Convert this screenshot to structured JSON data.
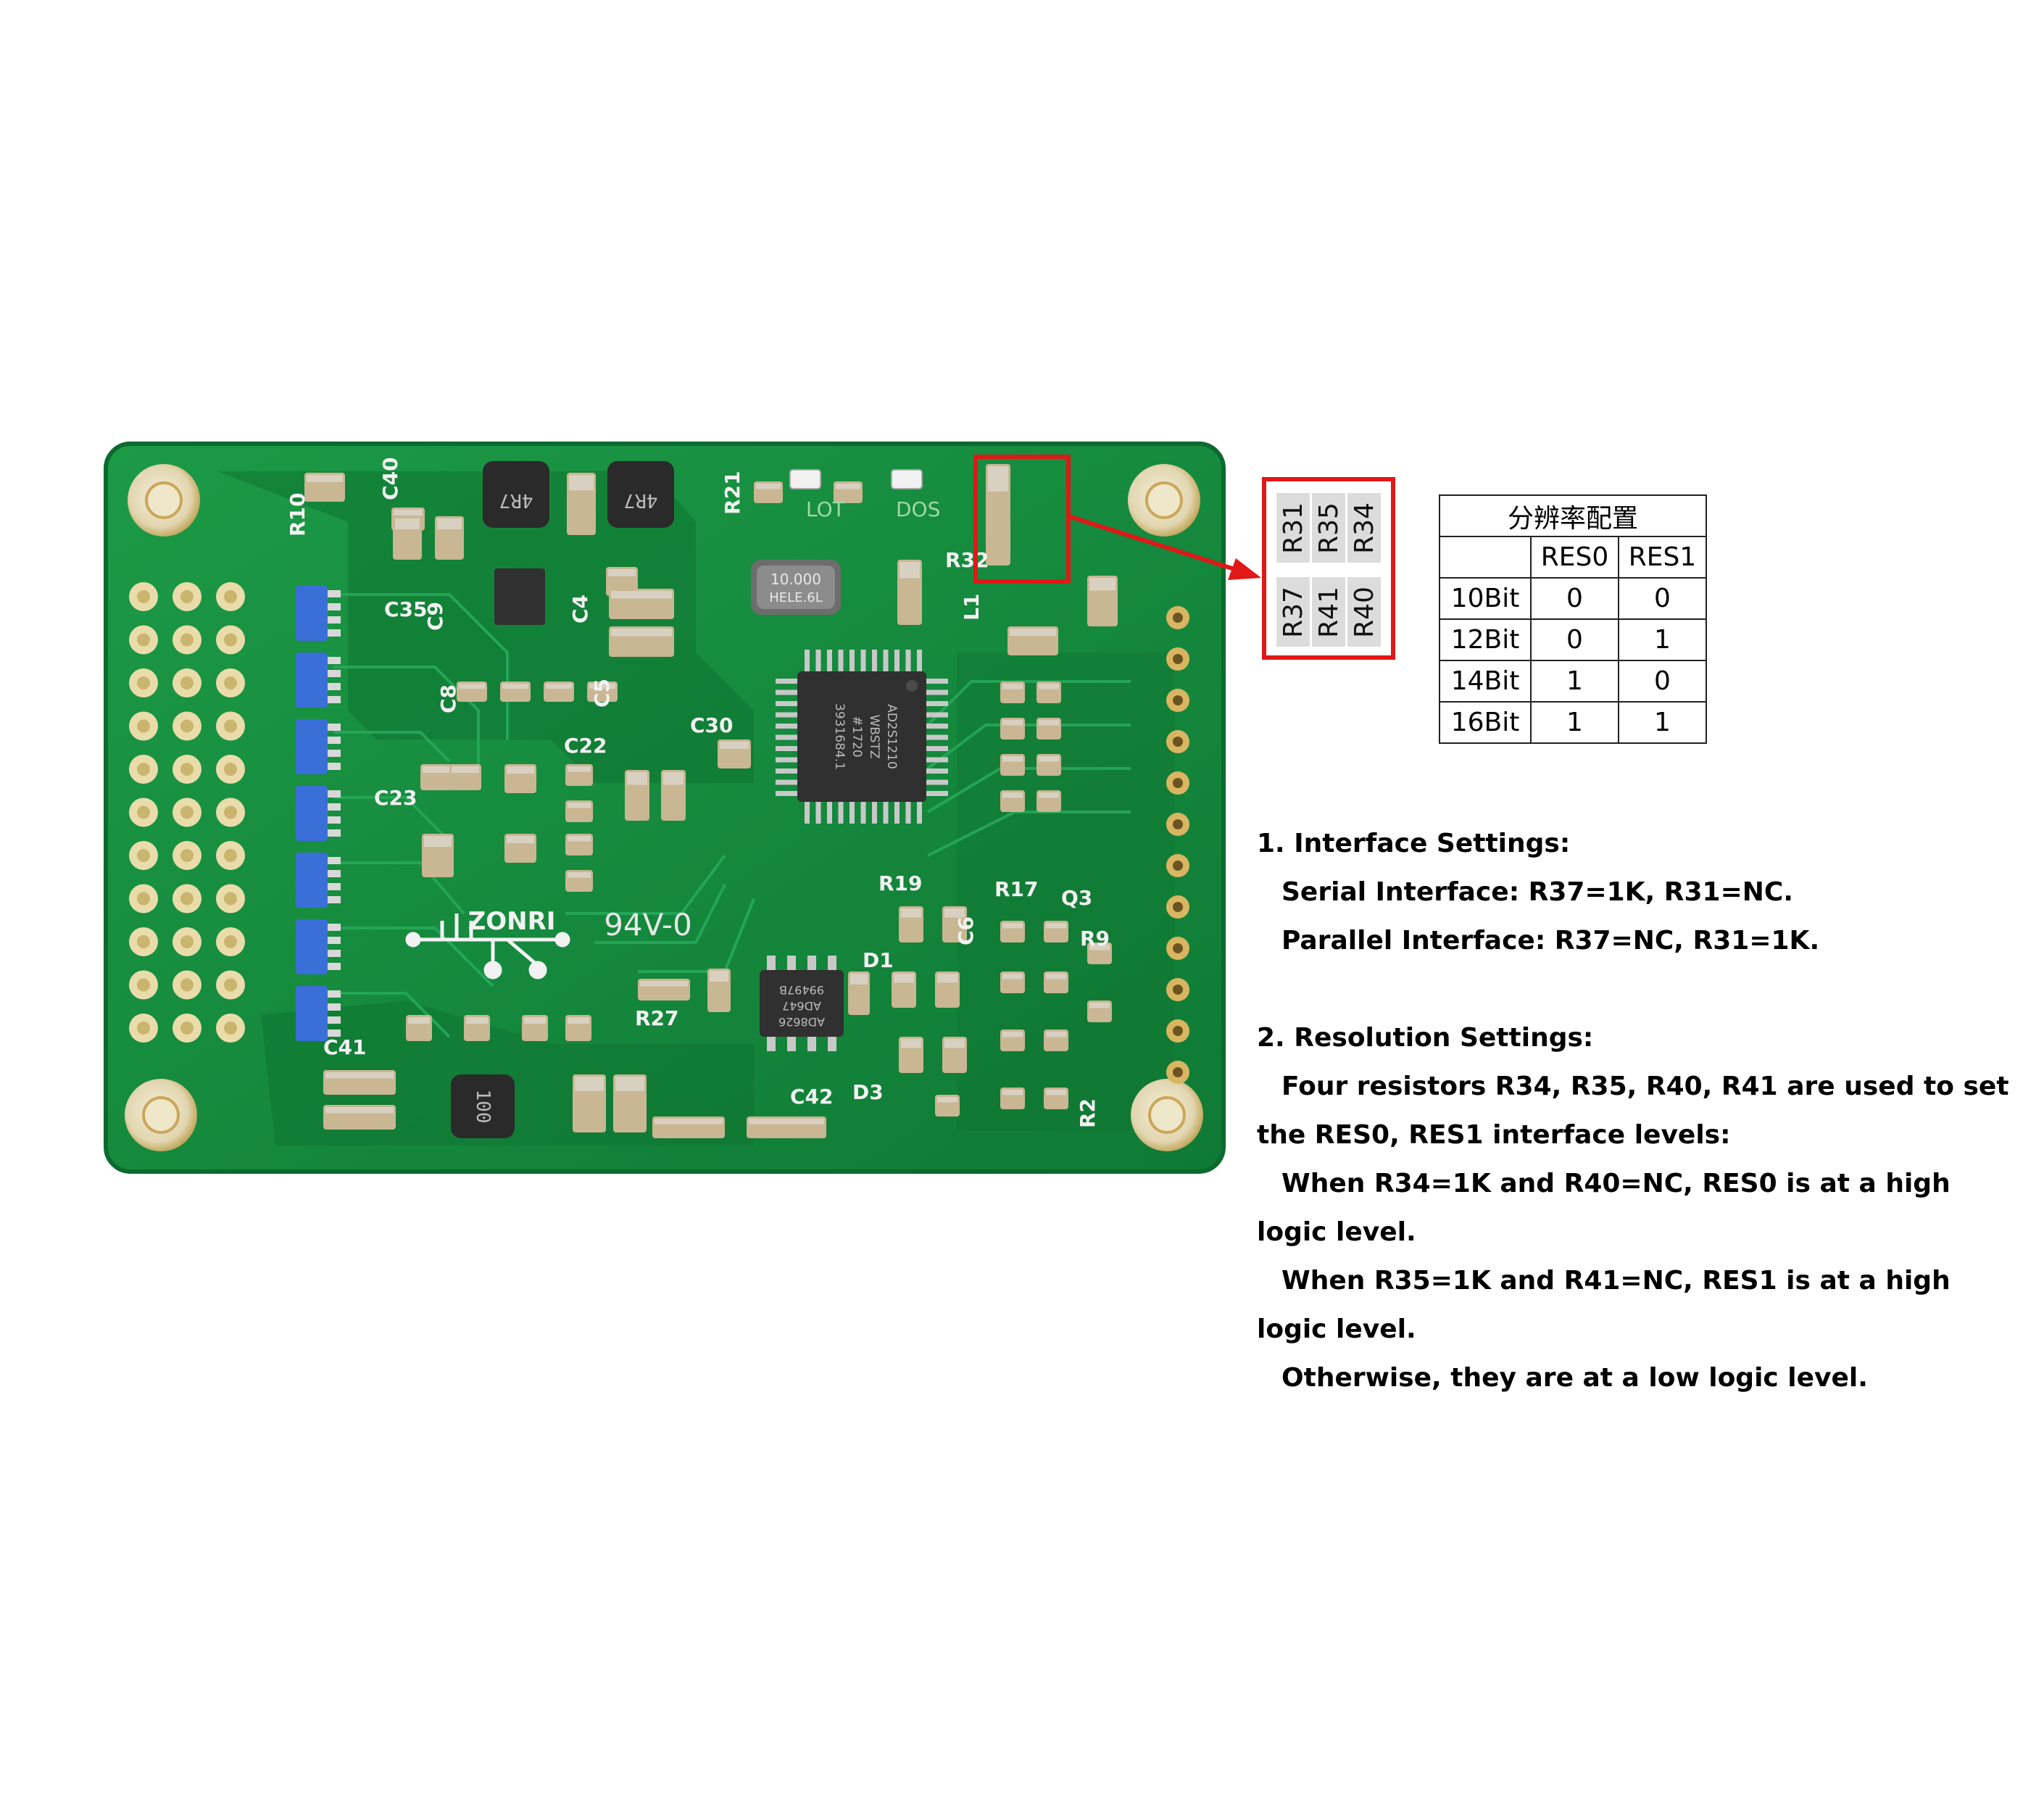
{
  "board": {
    "silkscreen": {
      "brand": "ZONRI",
      "rating": "94V-0",
      "refs": [
        "R10",
        "C40",
        "C35",
        "C9",
        "C4",
        "C8",
        "C5",
        "C30",
        "C22",
        "C23",
        "R21",
        "LOT",
        "DOS",
        "R32",
        "L1",
        "R19",
        "R17",
        "Q3",
        "R9",
        "D1",
        "C6",
        "R27",
        "C41",
        "C42",
        "D3",
        "R2"
      ]
    },
    "chip_marking": [
      "AD2S1210",
      "WBSTZ",
      "#1720",
      "3931684.1"
    ],
    "crystal_marking": [
      "10.000",
      "HELE.6L"
    ],
    "opamp_marking": [
      "AD8626",
      "AD647",
      "99497B"
    ],
    "inductor_markings": [
      "4R7",
      "4R7",
      "100"
    ]
  },
  "resistor_grid": {
    "top_row": [
      "R31",
      "R35",
      "R34"
    ],
    "bottom_row": [
      "R37",
      "R41",
      "R40"
    ]
  },
  "resolution_table": {
    "title": "分辨率配置",
    "header": [
      "",
      "RES0",
      "RES1"
    ],
    "rows": [
      [
        "10Bit",
        "0",
        "0"
      ],
      [
        "12Bit",
        "0",
        "1"
      ],
      [
        "14Bit",
        "1",
        "0"
      ],
      [
        "16Bit",
        "1",
        "1"
      ]
    ]
  },
  "notes": {
    "interface_heading": "1. Interface Settings:",
    "serial_interface": "Serial Interface: R37=1K, R31=NC.",
    "parallel_interface": "Parallel Interface: R37=NC, R31=1K.",
    "resolution_heading": "2. Resolution Settings:",
    "resolution_intro_1": "Four resistors R34, R35, R40, R41 are used to set",
    "resolution_intro_2": "the RES0, RES1 interface levels:",
    "res0_rule_1": "When R34=1K and R40=NC, RES0 is at a high",
    "res0_rule_2": "logic level.",
    "res1_rule_1": "When R35=1K and R41=NC, RES1 is at a high",
    "res1_rule_2": "logic level.",
    "otherwise": "Otherwise, they are at a low logic level."
  },
  "colors": {
    "pcb_green": "#138a3e",
    "highlight_red": "#e01818"
  }
}
